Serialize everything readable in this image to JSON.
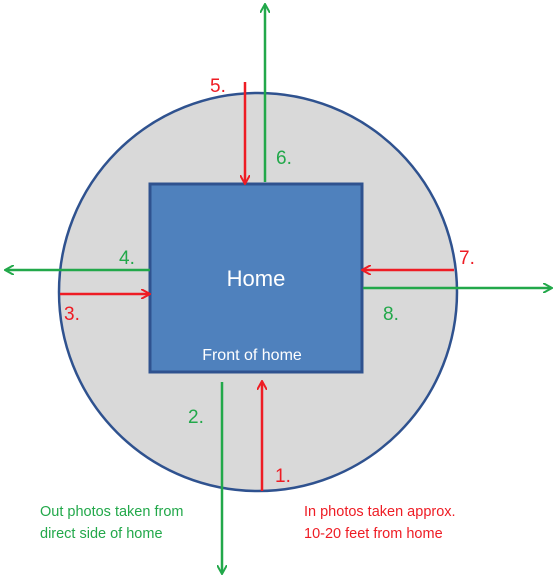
{
  "home": {
    "title": "Home",
    "front_label": "Front of home"
  },
  "markers": {
    "m1": "1.",
    "m2": "2.",
    "m3": "3.",
    "m4": "4.",
    "m5": "5.",
    "m6": "6.",
    "m7": "7.",
    "m8": "8."
  },
  "legend": {
    "out_line1": "Out photos taken from",
    "out_line2": "direct side of home",
    "in_line1": "In photos taken approx.",
    "in_line2": "10-20 feet from home"
  },
  "colors": {
    "in_arrow": "#ee1c24",
    "out_arrow": "#22a84a",
    "house_fill": "#4f81bd",
    "house_border": "#2f528f",
    "circle_fill": "#d9d9d9",
    "circle_border": "#2f528f"
  }
}
